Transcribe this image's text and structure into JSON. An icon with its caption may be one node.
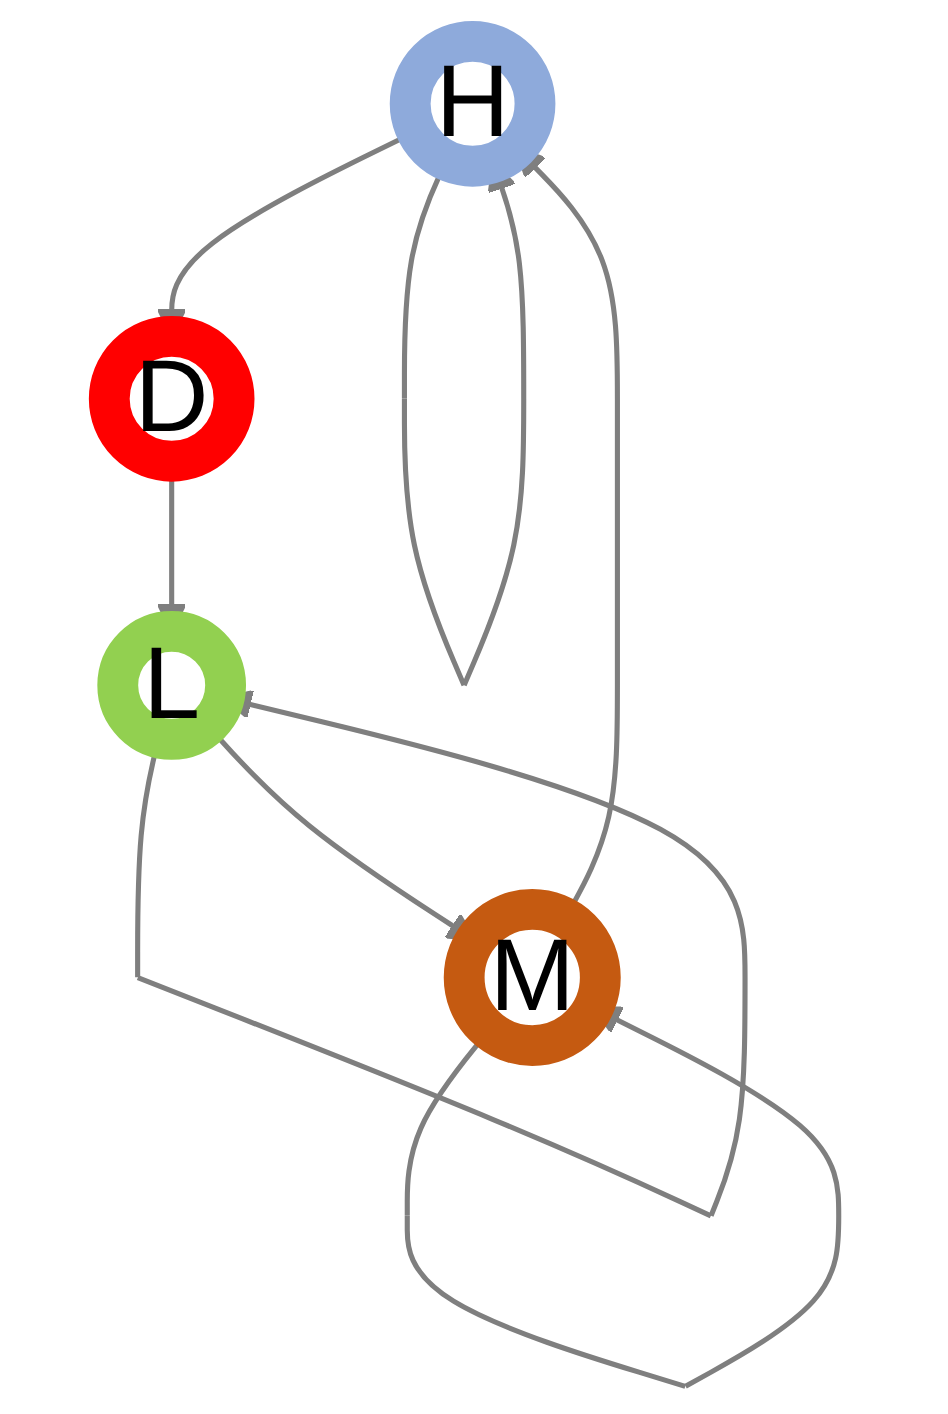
{
  "diagram": {
    "nodes": [
      {
        "text": [
          "H"
        ]
      },
      {
        "text": [
          "M"
        ]
      },
      {
        "text": [
          "D"
        ]
      },
      {
        "text": [
          "L"
        ]
      }
    ],
    "edges": [
      {
        "from": 0,
        "to": 0,
        "arrow": "to"
      },
      {
        "from": 0,
        "to": 2,
        "arrow": "to"
      },
      {
        "from": 1,
        "to": 1,
        "arrow": "to"
      },
      {
        "from": 1,
        "to": 0,
        "arrow": "to"
      },
      {
        "from": 2,
        "to": 3,
        "arrow": "to"
      },
      {
        "from": 3,
        "to": 3,
        "arrow": "to"
      },
      {
        "from": 3,
        "to": 1,
        "arrow": "to"
      }
    ]
  }
}
